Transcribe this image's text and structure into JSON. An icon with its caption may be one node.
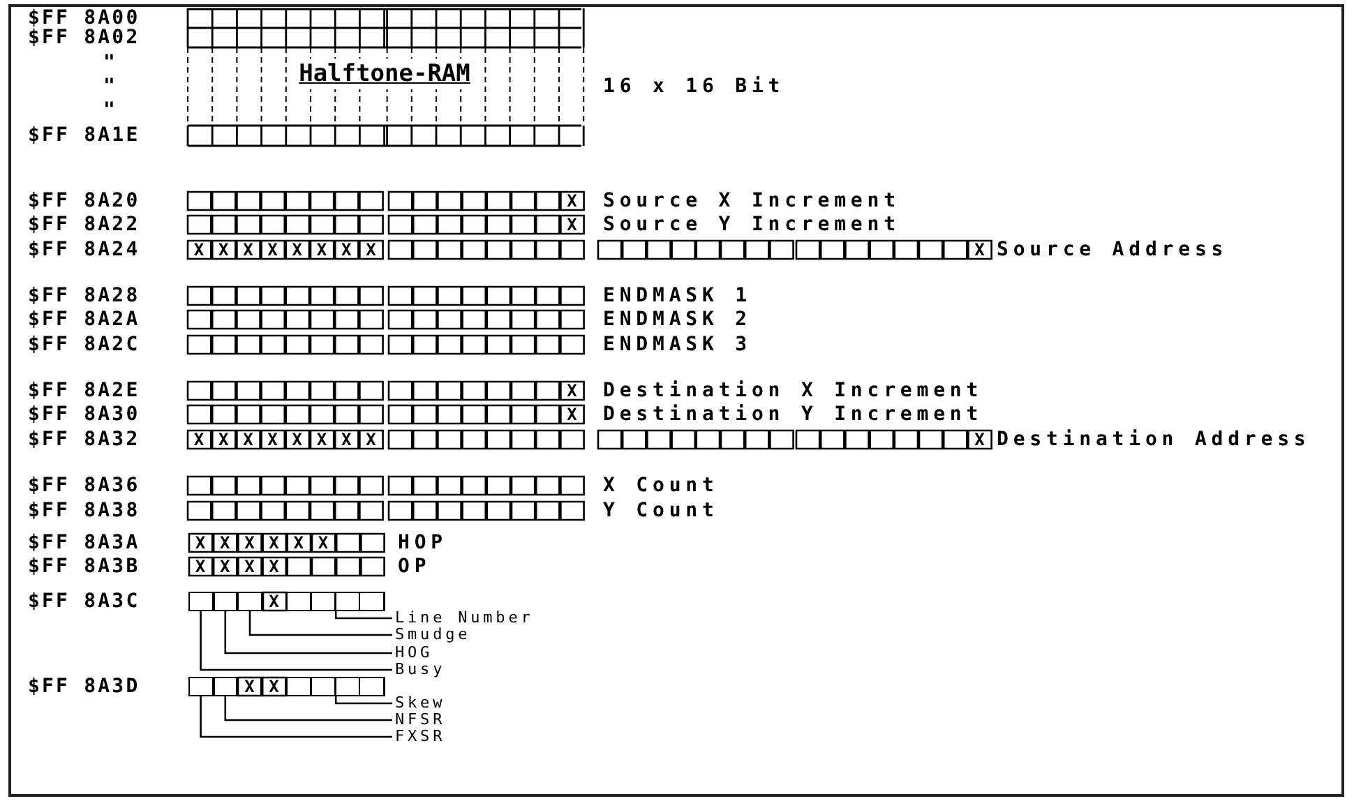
{
  "diagram": {
    "nodes": [
      {
        "text": [
          "Halftone-RAM"
        ]
      },
      {
        "text": [],
        "shape": "box"
      },
      {
        "text": [],
        "shape": "box"
      },
      {
        "text": [],
        "shape": "box"
      },
      {
        "text": [],
        "shape": "box"
      },
      {
        "text": [
          "Line Number"
        ]
      },
      {
        "text": [
          "Smudge"
        ]
      },
      {
        "text": [
          "HOG"
        ]
      },
      {
        "text": [
          "Busy"
        ]
      },
      {
        "text": [],
        "shape": "box"
      },
      {
        "text": [],
        "shape": "box"
      },
      {
        "text": [],
        "shape": "box"
      },
      {
        "text": [
          "Skew"
        ]
      },
      {
        "text": [
          "NFSR"
        ]
      },
      {
        "text": [
          "FXSR"
        ]
      }
    ],
    "edges": [
      {
        "from": 5,
        "to": 4,
        "arrow": "none"
      },
      {
        "from": 6,
        "to": 3,
        "arrow": "none"
      },
      {
        "from": 7,
        "to": 2,
        "arrow": "none"
      },
      {
        "from": 8,
        "to": 1,
        "arrow": "none"
      },
      {
        "from": 12,
        "to": 11,
        "arrow": "none"
      },
      {
        "from": 13,
        "to": 10,
        "arrow": "none"
      },
      {
        "from": 14,
        "to": 9,
        "arrow": "none"
      }
    ],
    "labels": [
      "$FF 8A00",
      "$FF 8A02",
      "\"",
      "\"",
      "16 x 16 Bit",
      "\"",
      "$FF 8A1E",
      "$FF 8A20",
      "X",
      "Source X Increment",
      "$FF 8A22",
      "X",
      "Source Y Increment",
      "$FF 8A24",
      "X",
      "X",
      "X",
      "X",
      "X",
      "X",
      "X",
      "X",
      "X",
      "Source Address",
      "$FF 8A28",
      "ENDMASK 1",
      "$FF 8A2A",
      "ENDMASK 2",
      "$FF 8A2C",
      "ENDMASK 3",
      "$FF 8A2E",
      "X",
      "Destination X Increment",
      "$FF 8A30",
      "X",
      "Destination Y Increment",
      "$FF 8A32",
      "X",
      "X",
      "X",
      "X",
      "X",
      "X",
      "X",
      "X",
      "X",
      "Destination Address",
      "$FF 8A36",
      "X Count",
      "$FF 8A38",
      "Y Count",
      "$FF 8A3A",
      "X",
      "X",
      "X",
      "X",
      "X",
      "X",
      "HOP",
      "$FF 8A3B",
      "X",
      "X",
      "X",
      "X",
      "OP",
      "$FF 8A3C",
      "X",
      "$FF 8A3D",
      "X",
      "X"
    ]
  }
}
